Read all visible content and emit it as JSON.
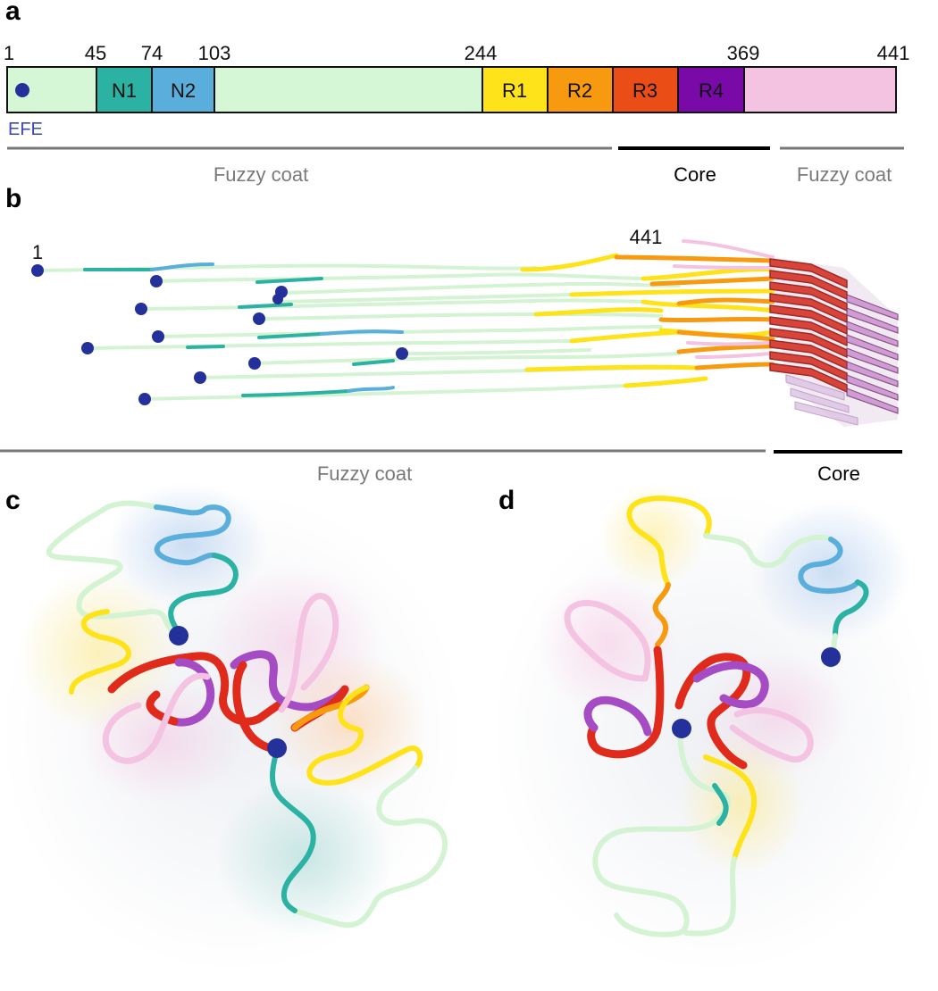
{
  "panels": {
    "a": "a",
    "b": "b",
    "c": "c",
    "d": "d"
  },
  "domain_map": {
    "positions": [
      "1",
      "45",
      "74",
      "103",
      "244",
      "369",
      "441"
    ],
    "domains": [
      {
        "label": "N1",
        "color": "#2bb2a3"
      },
      {
        "label": "N2",
        "color": "#5aaedc"
      },
      {
        "label": "R1",
        "color": "#ffe31a"
      },
      {
        "label": "R2",
        "color": "#f89a10"
      },
      {
        "label": "R3",
        "color": "#ea4e16"
      },
      {
        "label": "R4",
        "color": "#7a0aa8"
      }
    ],
    "efe_label": "EFE",
    "regions": [
      "Fuzzy coat",
      "Core",
      "Fuzzy coat"
    ]
  },
  "fibril_view": {
    "start_label": "1",
    "end_label": "441",
    "regions": [
      "Fuzzy coat",
      "Core"
    ]
  },
  "colors": {
    "fuzzy_green": "#d6f7d6",
    "n1": "#2bb2a3",
    "n2": "#5aaedc",
    "r1": "#ffe31a",
    "r2": "#f89a10",
    "r3": "#ea4e16",
    "r4": "#7a0aa8",
    "c_term_pink": "#f4c3e2",
    "core_red": "#e02a1c",
    "core_purple": "#a54bc4",
    "efe_dot": "#25319a",
    "gray_bar": "#777777"
  }
}
